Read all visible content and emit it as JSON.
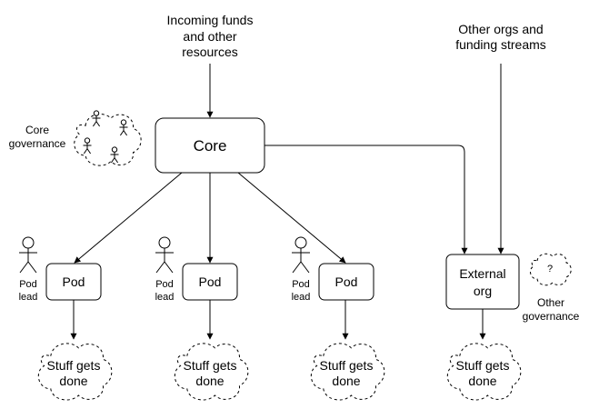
{
  "diagram": {
    "incoming": {
      "line1": "Incoming funds",
      "line2": "and other",
      "line3": "resources"
    },
    "other_orgs": {
      "line1": "Other orgs and",
      "line2": "funding streams"
    },
    "core_governance": {
      "line1": "Core",
      "line2": "governance"
    },
    "core": {
      "label": "Core"
    },
    "pods": [
      {
        "label": "Pod",
        "lead_line1": "Pod",
        "lead_line2": "lead",
        "outcome_line1": "Stuff gets",
        "outcome_line2": "done"
      },
      {
        "label": "Pod",
        "lead_line1": "Pod",
        "lead_line2": "lead",
        "outcome_line1": "Stuff gets",
        "outcome_line2": "done"
      },
      {
        "label": "Pod",
        "lead_line1": "Pod",
        "lead_line2": "lead",
        "outcome_line1": "Stuff gets",
        "outcome_line2": "done"
      }
    ],
    "external": {
      "line1": "External",
      "line2": "org",
      "outcome_line1": "Stuff gets",
      "outcome_line2": "done",
      "governance_mark": "?",
      "governance_line1": "Other",
      "governance_line2": "governance"
    }
  }
}
